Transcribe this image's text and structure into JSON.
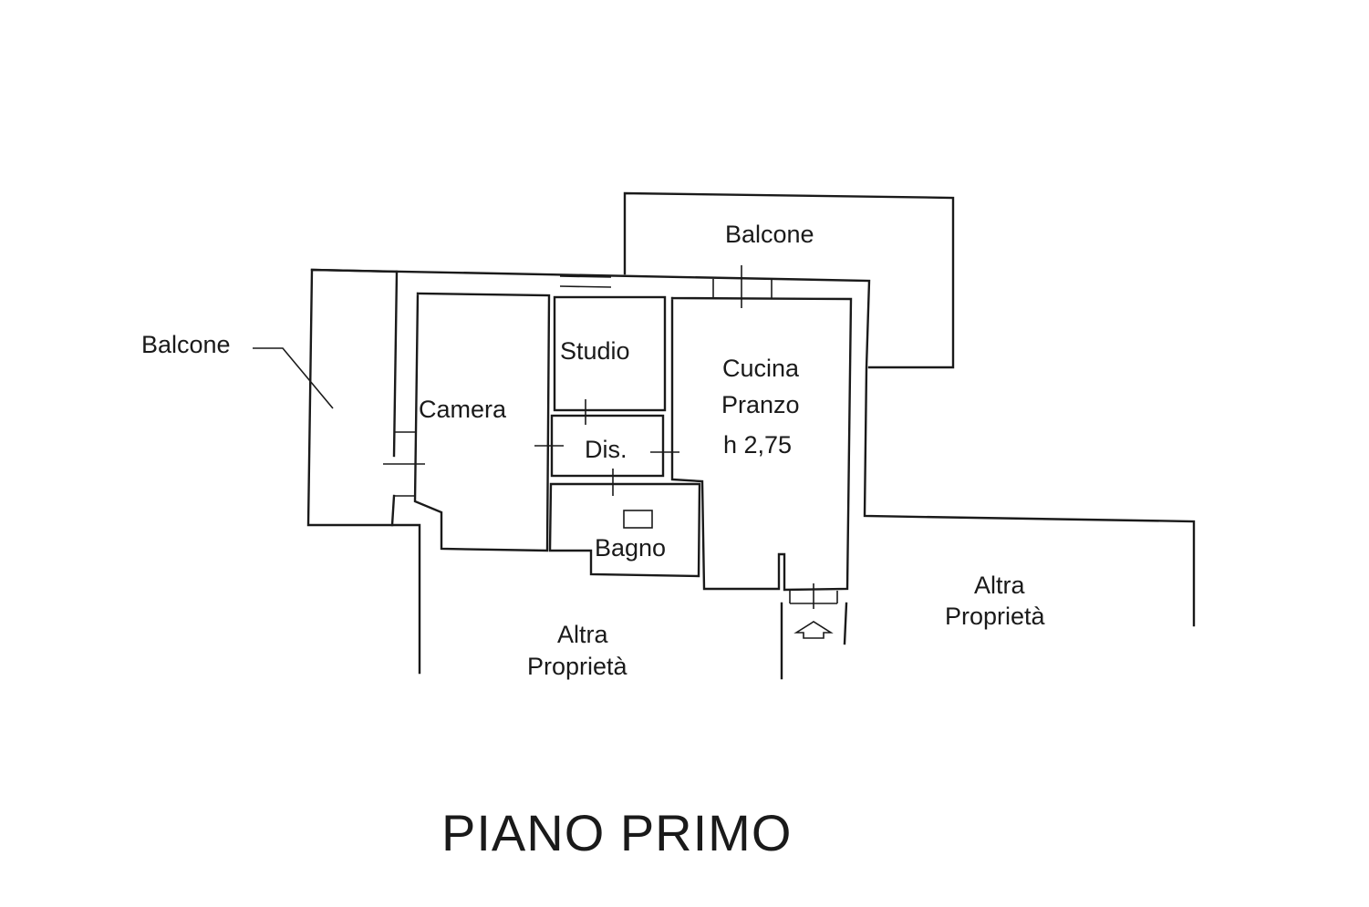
{
  "labels": {
    "balcone_top": "Balcone",
    "balcone_left": "Balcone",
    "studio": "Studio",
    "camera": "Camera",
    "dis": "Dis.",
    "cucina": "Cucina",
    "pranzo": "Pranzo",
    "altezza": "h 2,75",
    "bagno": "Bagno",
    "altra_right_1": "Altra",
    "altra_right_2": "Proprietà",
    "altra_bottom_1": "Altra",
    "altra_bottom_2": "Proprietà"
  },
  "title": "PIANO PRIMO",
  "icons": {
    "entrance": "entrance-arrow-icon"
  },
  "colors": {
    "ink": "#1a1a1a",
    "paper": "#ffffff"
  }
}
